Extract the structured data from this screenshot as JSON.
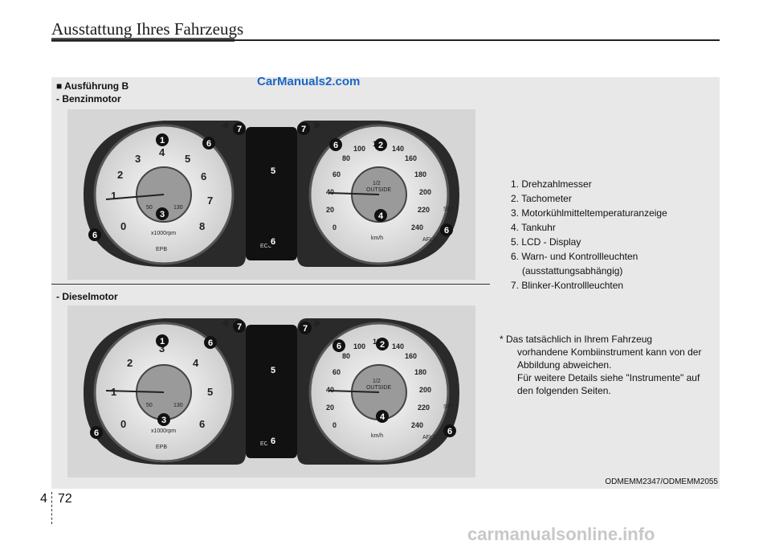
{
  "header": {
    "title": "Ausstattung Ihres Fahrzeugs"
  },
  "watermark": "CarManuals2.com",
  "panel": {
    "version": "■ Ausführung B",
    "engine_petrol": "- Benzinmotor",
    "engine_diesel": "- Dieselmotor",
    "image_code": "ODMEMM2347/ODMEMM2055"
  },
  "gauges": {
    "tach_numbers": [
      "0",
      "1",
      "2",
      "3",
      "4",
      "5",
      "6",
      "7",
      "8"
    ],
    "speed_numbers": [
      "0",
      "20",
      "40",
      "60",
      "80",
      "100",
      "120",
      "140",
      "160",
      "180",
      "200",
      "220",
      "240"
    ],
    "tach_unit": "x1000rpm",
    "speed_unit": "km/h",
    "outside": "OUTSIDE",
    "epb": "EPB",
    "eco": "ECO",
    "afls": "AFLS",
    "set": "SET",
    "temp_low": "50",
    "temp_high": "130",
    "fuel_half": "1/2"
  },
  "callouts": [
    "1",
    "2",
    "3",
    "4",
    "5",
    "6",
    "7"
  ],
  "legend": [
    "1. Drehzahlmesser",
    "2. Tachometer",
    "3. Motorkühlmitteltemperaturanzeige",
    "4. Tankuhr",
    "5. LCD - Display",
    "6. Warn- und Kontrollleuchten",
    "(ausstattungsabhängig)",
    "7. Blinker-Kontrollleuchten"
  ],
  "note": [
    "* Das tatsächlich in Ihrem Fahrzeug",
    "vorhandene Kombiinstrument kann von der",
    "Abbildung abweichen.",
    "Für weitere Details siehe \"Instrumente\" auf",
    "den folgenden Seiten."
  ],
  "footer": {
    "section": "4",
    "page": "72",
    "watermark": "carmanualsonline.info"
  }
}
